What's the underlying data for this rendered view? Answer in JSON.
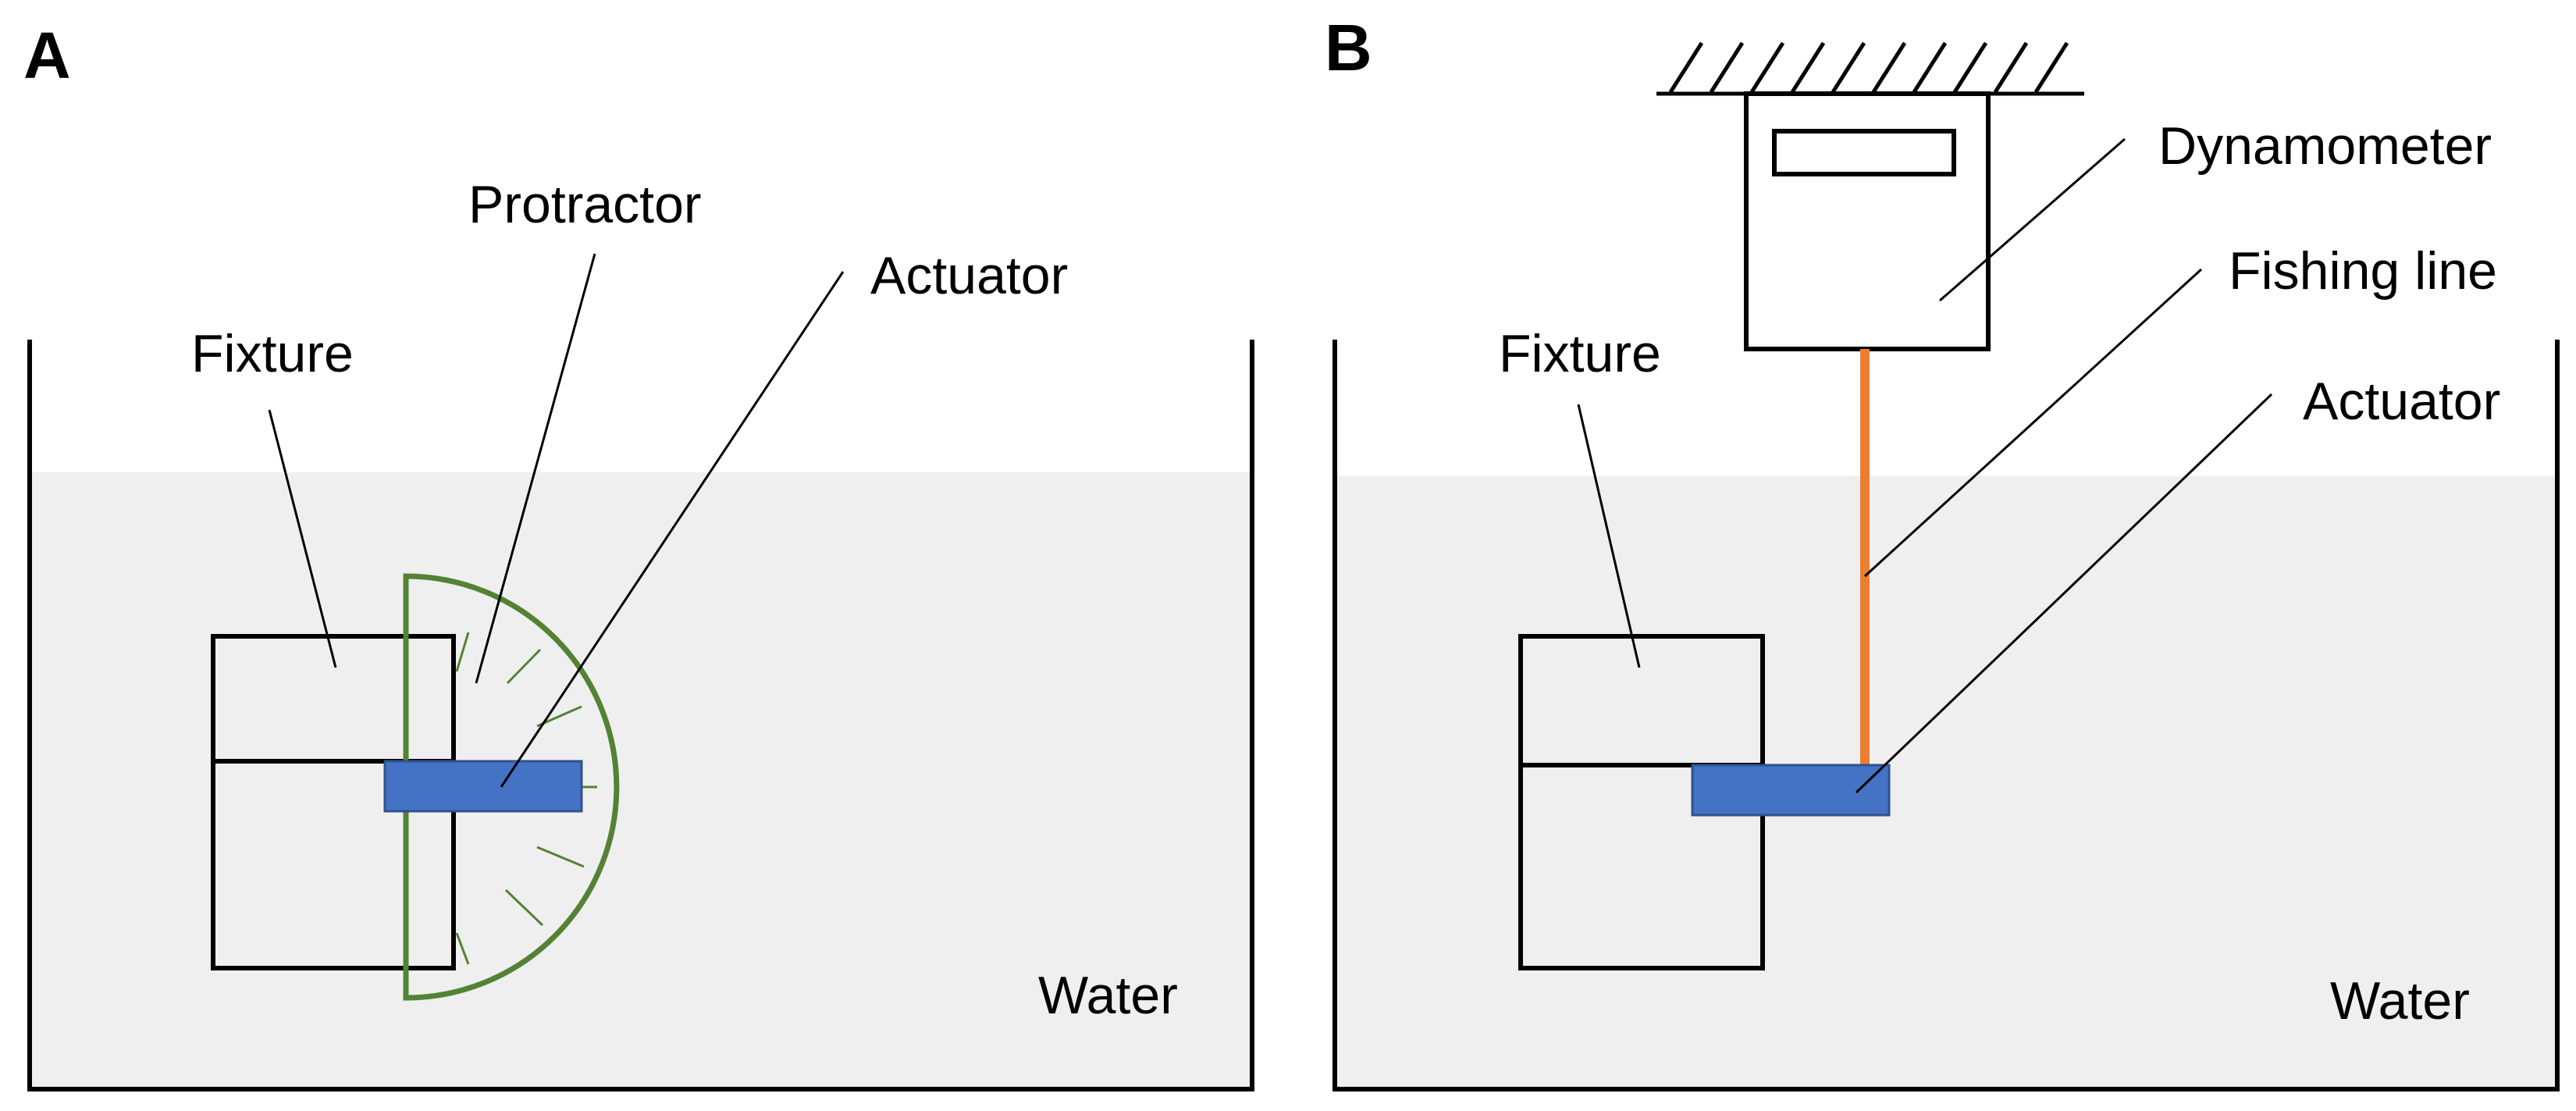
{
  "colors": {
    "water": "#efefef",
    "outline": "#000000",
    "actuator": "#4472c4",
    "protractor": "#548235",
    "fishing_line": "#ed7d31"
  },
  "panel_a": {
    "label": "A",
    "fixture_label": "Fixture",
    "protractor_label": "Protractor",
    "actuator_label": "Actuator",
    "water_label": "Water"
  },
  "panel_b": {
    "label": "B",
    "dynamometer_label": "Dynamometer",
    "fishing_line_label": "Fishing line",
    "fixture_label": "Fixture",
    "actuator_label": "Actuator",
    "water_label": "Water"
  }
}
